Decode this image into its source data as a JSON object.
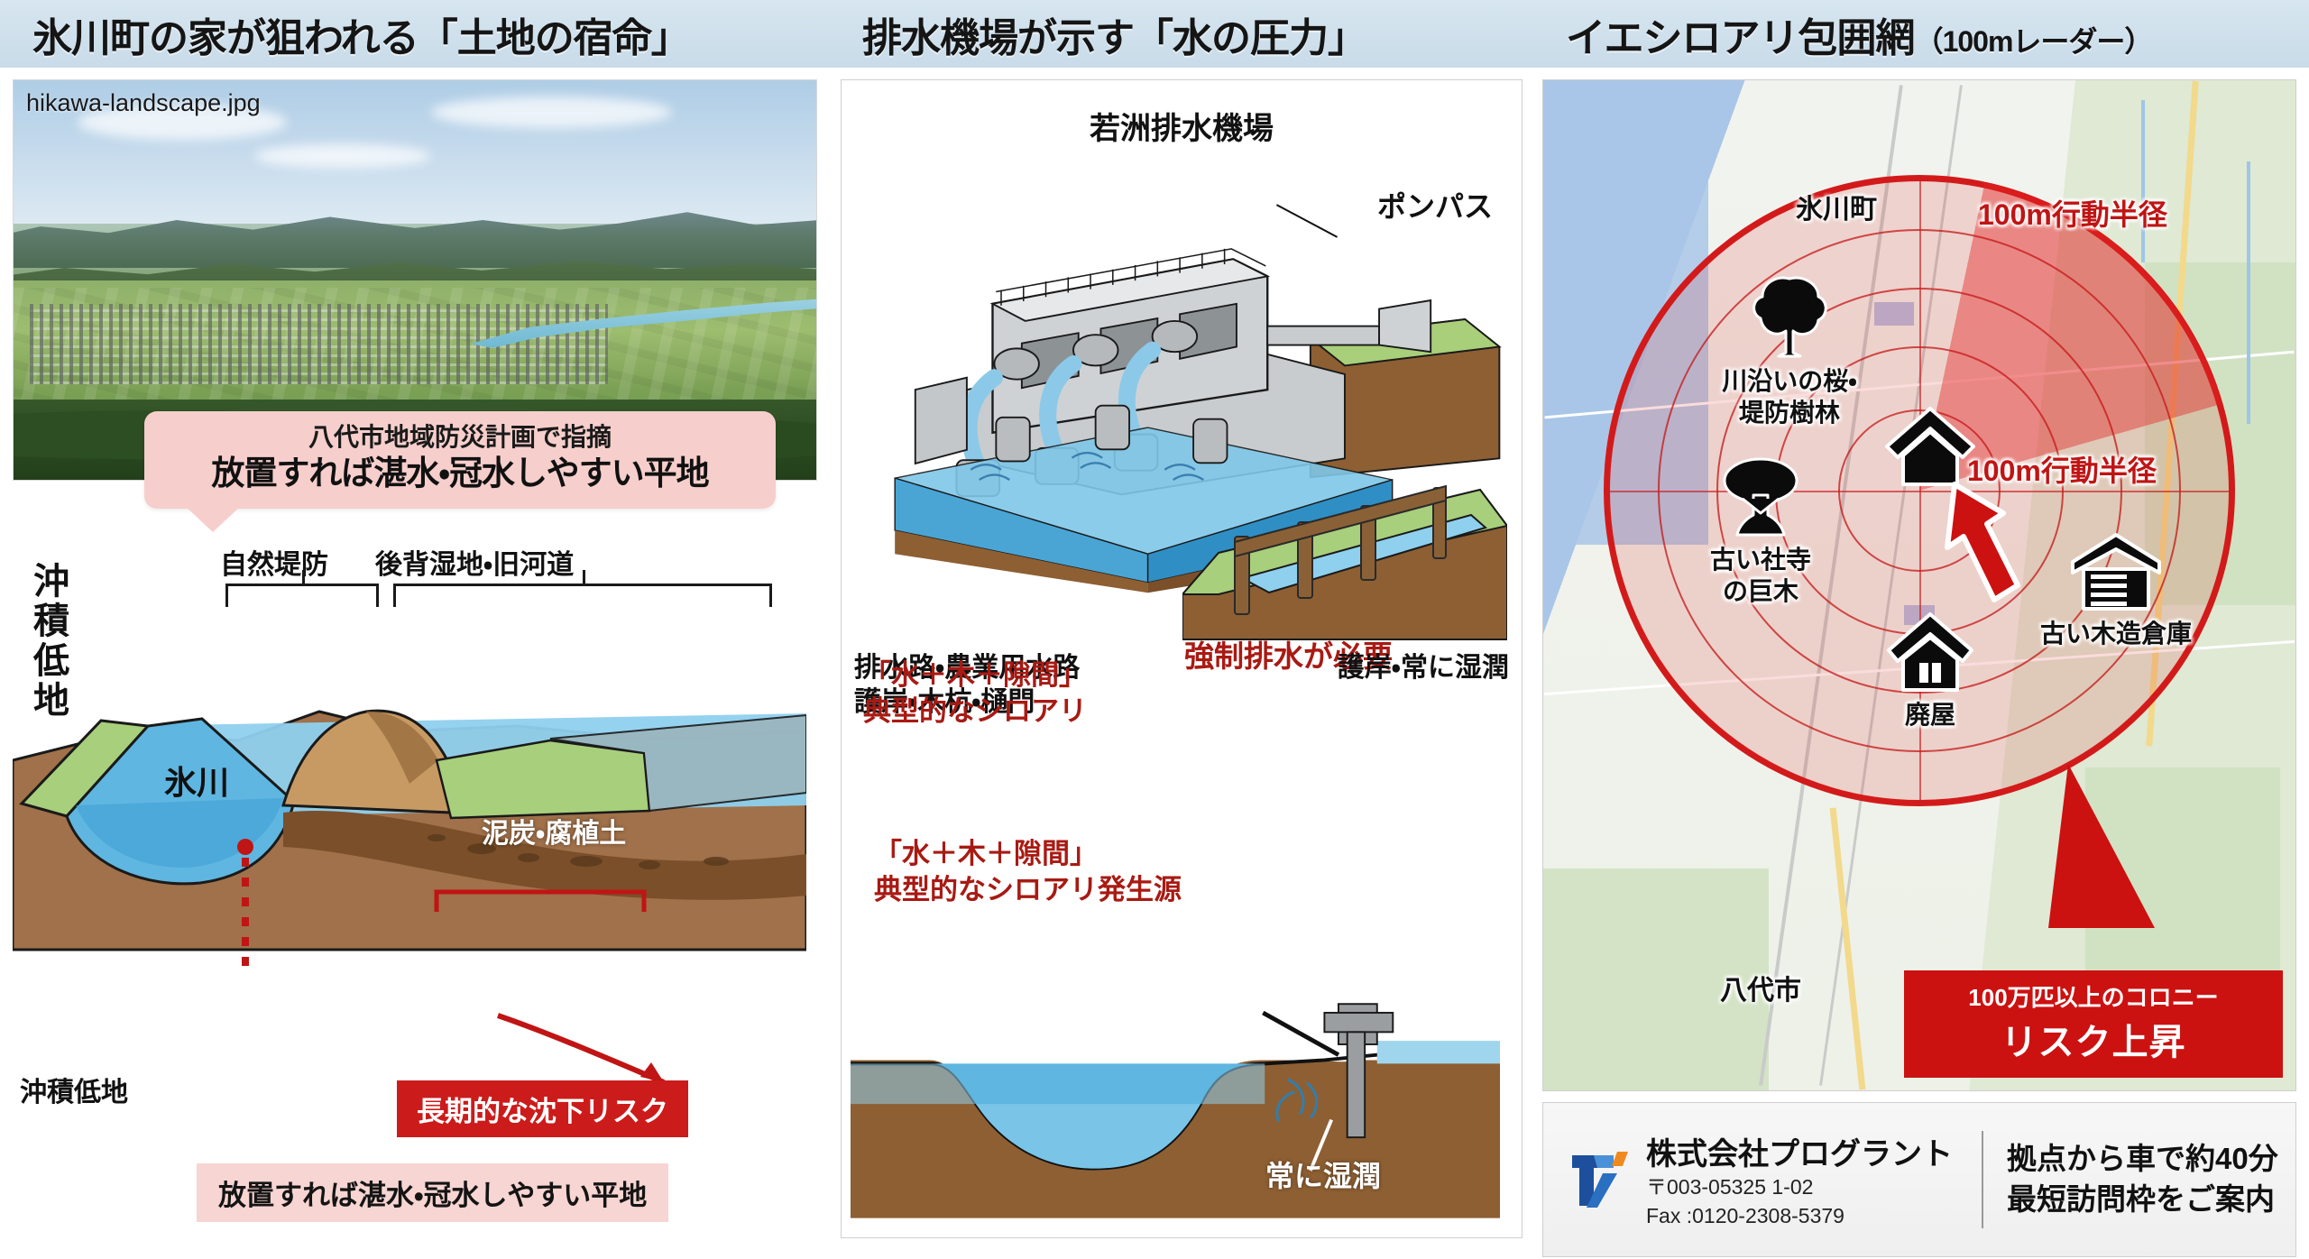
{
  "panels": {
    "left": {
      "header": "氷川町の家が狙われる「土地の宿命」",
      "photo_caption": "hikawa-landscape.jpg",
      "callout": {
        "line1": "八代市地域防災計画で指摘",
        "line2": "放置すれば湛水・冠水しやすい平地"
      },
      "vertical_label": "沖積低地",
      "bracket_labels": [
        "自然堤防",
        "後背湿地・旧河道"
      ],
      "river_label": "氷川",
      "soil_label": "泥炭・腐植土",
      "bottom_left_label": "沖積低地",
      "red_badge": "長期的な沈下リスク",
      "pink_badge": "放置すれば湛水・冠水しやすい平地"
    },
    "mid": {
      "header": "排水機場が示す「水の圧力」",
      "facility_title": "若洲排水機場",
      "pumpas_label": "ポンパス",
      "forced_drainage": "強制排水が必要",
      "channel_label_line1": "排水路・農業用水路",
      "channel_label_line2": "護岸・木杭・樋門",
      "revetment_label": "護岸・常に湿潤",
      "termite_note_1_line1": "「水＋木＋隙間」",
      "termite_note_1_line2": "典型的なシロアリ",
      "termite_note_2_line1": "「水＋木＋隙間」",
      "termite_note_2_line2": "典型的なシロアリ発生源",
      "always_wet": "常に湿潤"
    },
    "right": {
      "header_main": "イエシロアリ包囲網",
      "header_sub": "（100mレーダー）",
      "map": {
        "town_north": "氷川町",
        "town_south": "八代市",
        "radius_label_top": "100m行動半径",
        "radius_label_mid": "100m行動半径",
        "pins": [
          {
            "icon": "cherry-tree-icon",
            "caption_line1": "川沿いの桜・",
            "caption_line2": "堤防樹林"
          },
          {
            "icon": "old-tree-icon",
            "caption_line1": "古い社寺",
            "caption_line2": "の巨木"
          },
          {
            "icon": "abandoned-house-icon",
            "caption_line1": "廃屋",
            "caption_line2": ""
          },
          {
            "icon": "wooden-warehouse-icon",
            "caption_line1": "古い木造倉庫",
            "caption_line2": ""
          },
          {
            "icon": "home-icon",
            "caption_line1": "",
            "caption_line2": ""
          }
        ],
        "alert": {
          "line1": "100万匹以上のコロニー",
          "line2": "リスク上昇"
        }
      },
      "footer": {
        "company": "株式会社プログラント",
        "postal": "〒003-05325 1-02",
        "fax": "Fax :0120-2308-5379",
        "cta_line1": "拠点から車で約40分",
        "cta_line2": "最短訪問枠をご案内"
      }
    }
  },
  "colors": {
    "header_bg": "#cfe0ec",
    "red": "#cc1b1b",
    "dark_red": "#a81a13",
    "pink": "#f6cfcc",
    "radar_red": "#d31a1a"
  }
}
